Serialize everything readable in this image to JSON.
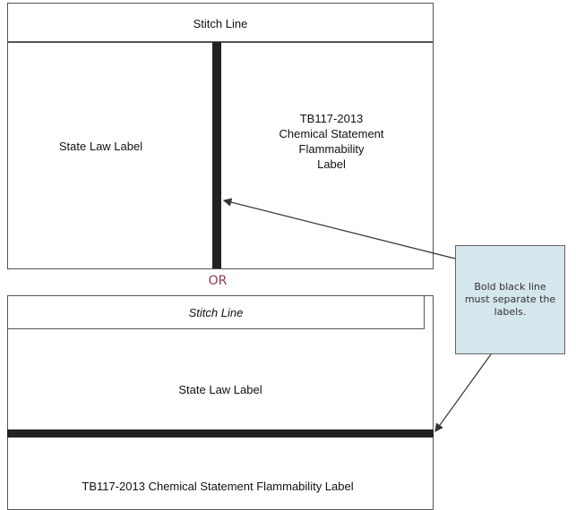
{
  "option_a": {
    "stitch_line": "Stitch Line",
    "state_law_label": "State Law Label",
    "tb117_label_lines": [
      "TB117-2013",
      "Chemical Statement",
      "Flammability",
      "Label"
    ]
  },
  "separator_word": "OR",
  "option_b": {
    "stitch_line": "Stitch Line",
    "state_law_label": "State Law Label",
    "tb117_label": "TB117-2013 Chemical Statement Flammability Label"
  },
  "callout": {
    "text": "Bold black line must separate the labels.",
    "background": "#d5e6ec"
  },
  "colors": {
    "or_text": "#8a3a5a",
    "separator_bar": "#222222"
  }
}
